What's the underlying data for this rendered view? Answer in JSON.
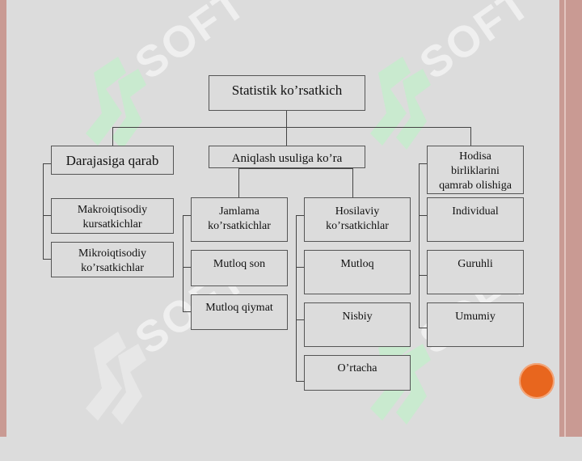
{
  "title": "Statistik ko’rsatkich",
  "categories": {
    "level": "Darajasiga qarab",
    "method": "Aniqlash usuliga ko’ra",
    "coverage": "Hodisa birliklarini qamrab olishiga"
  },
  "level_items": [
    "Makroiqtisodiy kursatkichlar",
    "Mikroiqtisodiy ko’rsatkichlar"
  ],
  "aggregate": {
    "label": "Jamlama ko’rsatkichlar",
    "items": [
      "Mutloq son",
      "Mutloq qiymat"
    ]
  },
  "derived": {
    "label": "Hosilaviy ko’rsatkichlar",
    "items": [
      "Mutloq",
      "Nisbiy",
      "O’rtacha"
    ]
  },
  "coverage_items": [
    "Individual",
    "Guruhli",
    "Umumiy"
  ],
  "watermark": {
    "text": "SOFT",
    "logo_color": "#c5eccd"
  },
  "colors": {
    "accent_dot": "#e8661e",
    "frame": "#c99a93"
  }
}
